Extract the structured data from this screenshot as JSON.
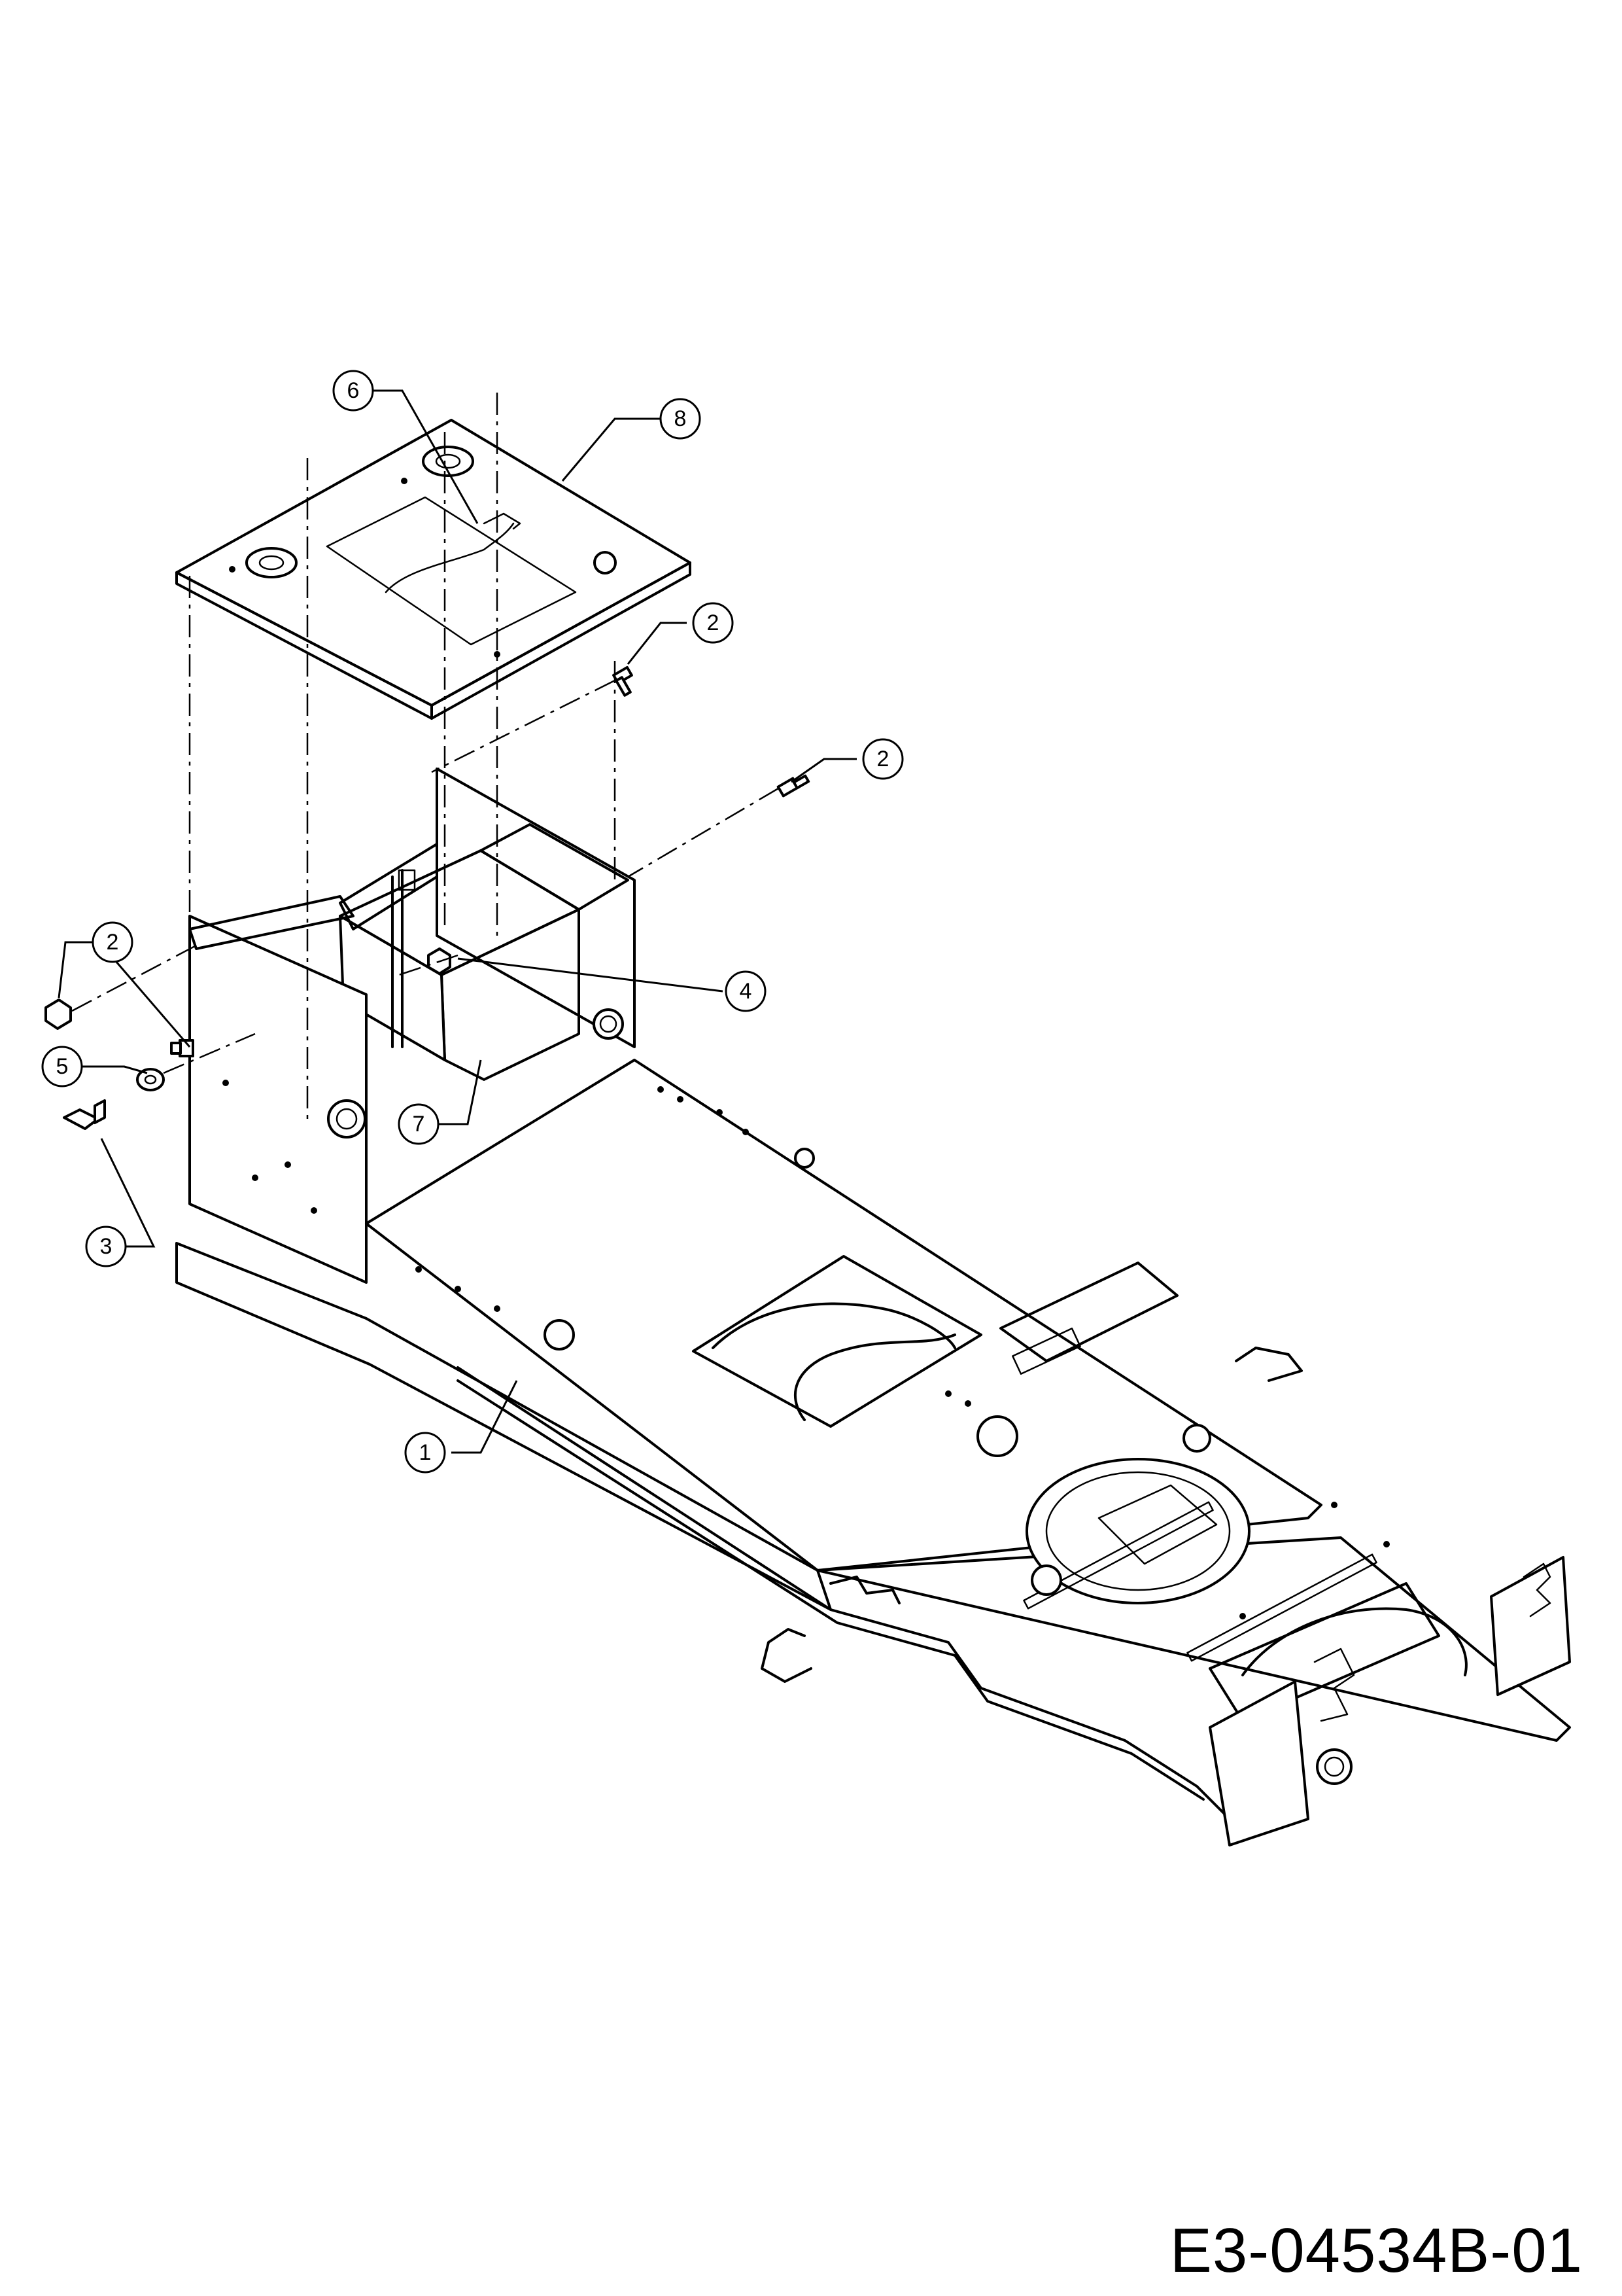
{
  "drawing_number": "E3-04534B-01",
  "callouts": [
    {
      "label": "1"
    },
    {
      "label": "2"
    },
    {
      "label": "2"
    },
    {
      "label": "2"
    },
    {
      "label": "3"
    },
    {
      "label": "4"
    },
    {
      "label": "5"
    },
    {
      "label": "6"
    },
    {
      "label": "7"
    },
    {
      "label": "8"
    }
  ]
}
